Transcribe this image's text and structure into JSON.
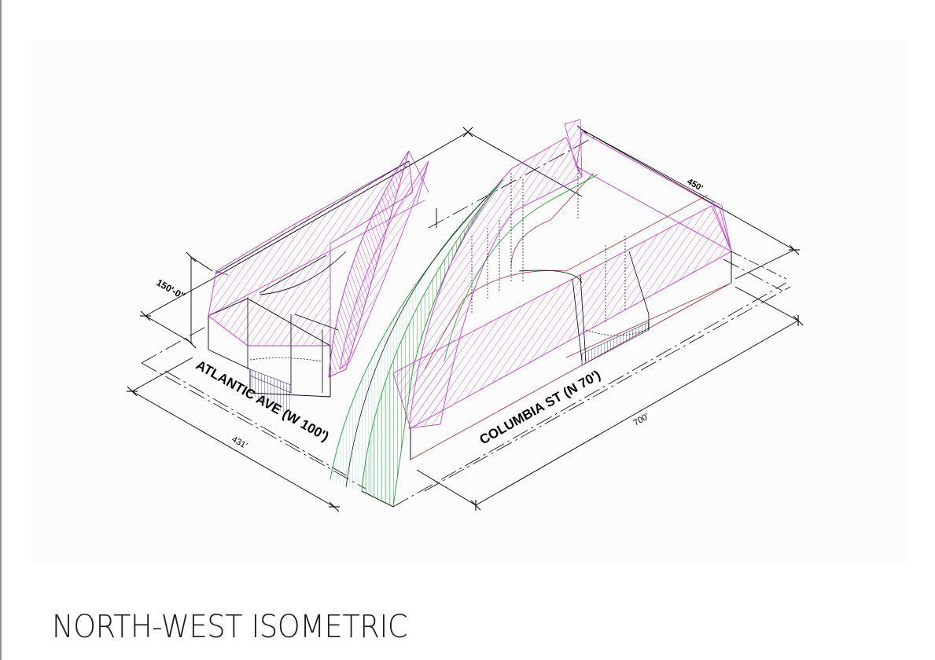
{
  "drawing": {
    "title": "NORTH-WEST ISOMETRIC",
    "streets": {
      "atlantic": "ATLANTIC AVE (W 100')",
      "columbia": "COLUMBIA ST (N 70')"
    },
    "dimensions": {
      "height": "150'-0\"",
      "atlantic_length": "431'",
      "columbia_length": "700'",
      "depth": "450'"
    },
    "colors": {
      "magenta": "#c040c8",
      "green": "#2a9a3a",
      "mint": "#bfeee0",
      "brown": "#9a3a3a",
      "navy": "#2a2a7a",
      "line": "#000000",
      "border": "#8a929c",
      "panel": "#fcfcfc"
    }
  }
}
